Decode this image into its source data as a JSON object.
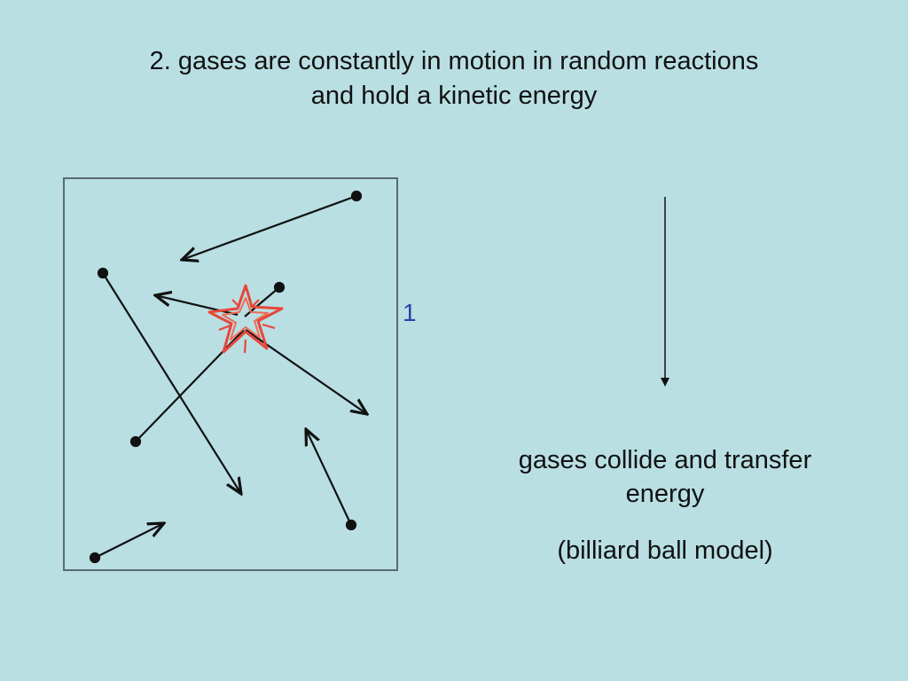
{
  "slide": {
    "background": "#b9dfe3",
    "title_line1": "2. gases are constantly in motion in random reactions",
    "title_line2": "and hold a kinetic energy",
    "caption_line1": "gases collide and transfer",
    "caption_line2": "energy",
    "caption_sub": "(billiard ball model)",
    "stray_mark": "1"
  },
  "colors": {
    "ink": "#111111",
    "collision": "#e8463a",
    "stray_mark": "#2f3fa8"
  },
  "icons": {
    "collision": "collision-star-icon",
    "down_arrow": "down-arrow-icon"
  }
}
